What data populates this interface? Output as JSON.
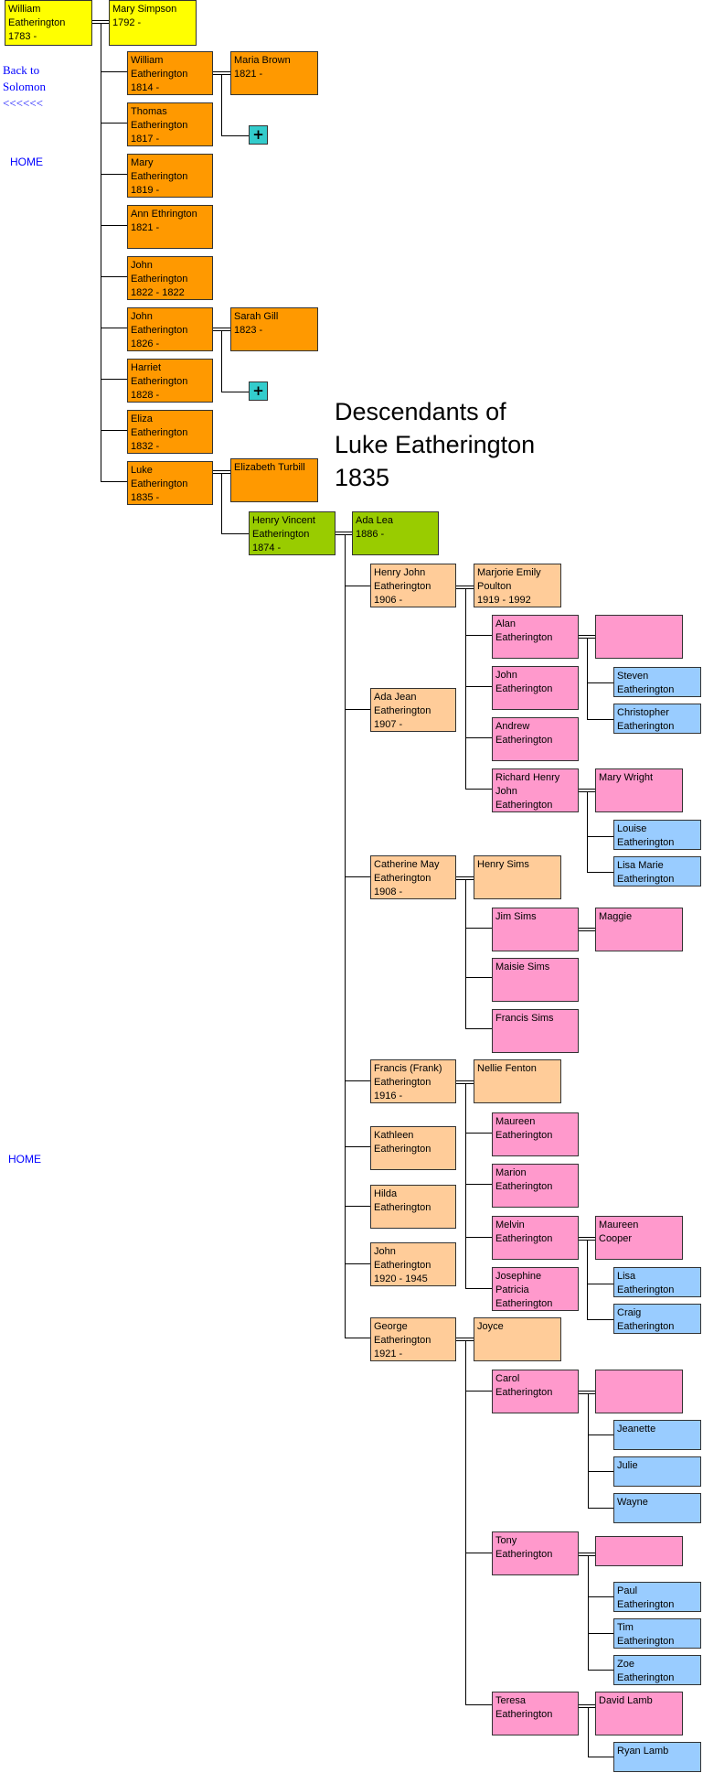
{
  "nav": {
    "back_link": "Back to\nSolomon\n<<<<<<",
    "home_top": "HOME",
    "home_bottom": "HOME"
  },
  "title": "Descendants of\nLuke Eatherington\n1835",
  "colors": {
    "gen1": "#ffff00",
    "gen2": "#ff9900",
    "gen3": "#99cc00",
    "gen4": "#ffcc99",
    "gen5": "#ff99cc",
    "gen6": "#99ccff",
    "expand": "#33cccc",
    "link": "#0000ff"
  },
  "people": {
    "william_1783": "William\nEatherington\n1783 -",
    "mary_simpson": "Mary Simpson\n1792 -",
    "william_1814": "William\nEatherington\n1814 -",
    "maria_brown": "Maria Brown\n1821 -",
    "thomas_1817": "Thomas\nEatherington\n1817 -",
    "mary_1819": "Mary\nEatherington\n1819 -",
    "ann_1821": "Ann Ethrington\n1821 -",
    "john_1822": "John\nEatherington\n1822 - 1822",
    "john_1826": "John\nEatherington\n1826 -",
    "sarah_gill": "Sarah Gill\n1823 -",
    "harriet_1828": "Harriet\nEatherington\n1828 -",
    "eliza_1832": "Eliza\nEatherington\n1832 -",
    "luke_1835": "Luke\nEatherington\n1835 -",
    "elizabeth_turbill": "Elizabeth Turbill",
    "henry_vincent": "Henry Vincent\nEatherington\n1874 -",
    "ada_lea": "Ada Lea\n1886 -",
    "henry_john": "Henry John\nEatherington\n1906 -",
    "marjorie": "Marjorie Emily\nPoulton\n1919 - 1992",
    "alan": "Alan\nEatherington",
    "alan_spouse": "",
    "steven": "Steven\nEatherington",
    "christopher": "Christopher\nEatherington",
    "john_b": "John\nEatherington",
    "andrew": "Andrew\nEatherington",
    "richard": "Richard Henry\nJohn\nEatherington",
    "mary_wright": "Mary Wright",
    "louise": "Louise\nEatherington",
    "lisa_marie": "Lisa Marie\nEatherington",
    "ada_jean": "Ada Jean\nEatherington\n1907 -",
    "catherine": "Catherine May\nEatherington\n1908 -",
    "henry_sims": "Henry Sims",
    "jim_sims": "Jim Sims",
    "maggie": "Maggie",
    "maisie_sims": "Maisie Sims",
    "francis_sims": "Francis Sims",
    "francis_frank": "Francis (Frank)\nEatherington\n1916 -",
    "nellie": "Nellie Fenton",
    "maureen_e": "Maureen\nEatherington",
    "marion": "Marion\nEatherington",
    "melvin": "Melvin\nEatherington",
    "maureen_cooper": "Maureen\nCooper",
    "josephine": "Josephine\nPatricia\nEatherington",
    "lisa_e": "Lisa\nEatherington",
    "craig": "Craig\nEatherington",
    "kathleen": "Kathleen\nEatherington",
    "hilda": "Hilda\nEatherington",
    "john_1920": "John\nEatherington\n1920 - 1945",
    "george": "George\nEatherington\n1921 -",
    "joyce": "Joyce",
    "carol": "Carol\nEatherington",
    "carol_spouse": "",
    "jeanette": "Jeanette",
    "julie": "Julie",
    "wayne": "Wayne",
    "tony": "Tony\nEatherington",
    "tony_spouse": "",
    "paul": "Paul\nEatherington",
    "tim": "Tim\nEatherington",
    "zoe": "Zoe\nEatherington",
    "teresa": "Teresa\nEatherington",
    "david_lamb": "David Lamb",
    "ryan_lamb": "Ryan Lamb"
  },
  "expand_buttons": {
    "glyph": "+"
  }
}
